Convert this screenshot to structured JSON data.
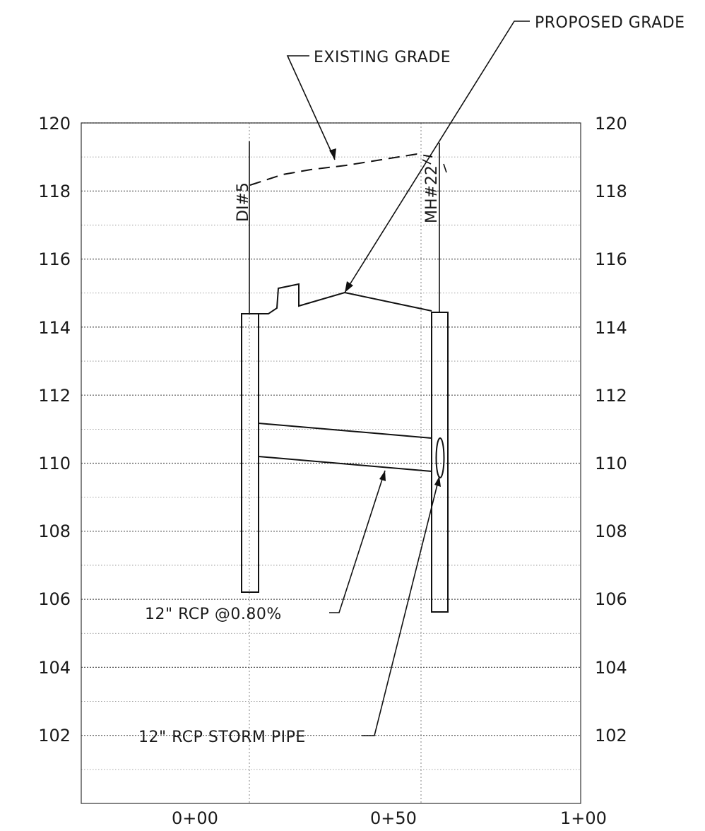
{
  "elevation_axis": {
    "ticks": [
      "120",
      "118",
      "116",
      "114",
      "112",
      "110",
      "108",
      "106",
      "104",
      "102"
    ],
    "values": [
      120,
      118,
      116,
      114,
      112,
      110,
      108,
      106,
      104,
      102
    ],
    "range": [
      100,
      120
    ]
  },
  "station_axis": {
    "ticks": [
      "0+00",
      "0+50",
      "1+00"
    ],
    "values": [
      0,
      50,
      100
    ]
  },
  "structures": [
    {
      "label": "DI#5",
      "station": 0
    },
    {
      "label": "MH#22",
      "station": 53
    }
  ],
  "annotations": {
    "existing_grade": "EXISTING GRADE",
    "proposed_grade": "PROPOSED GRADE",
    "pipe_profile": "12\" RCP @0.80%",
    "storm_pipe": "12\" RCP STORM PIPE"
  },
  "line_color": "#111111"
}
